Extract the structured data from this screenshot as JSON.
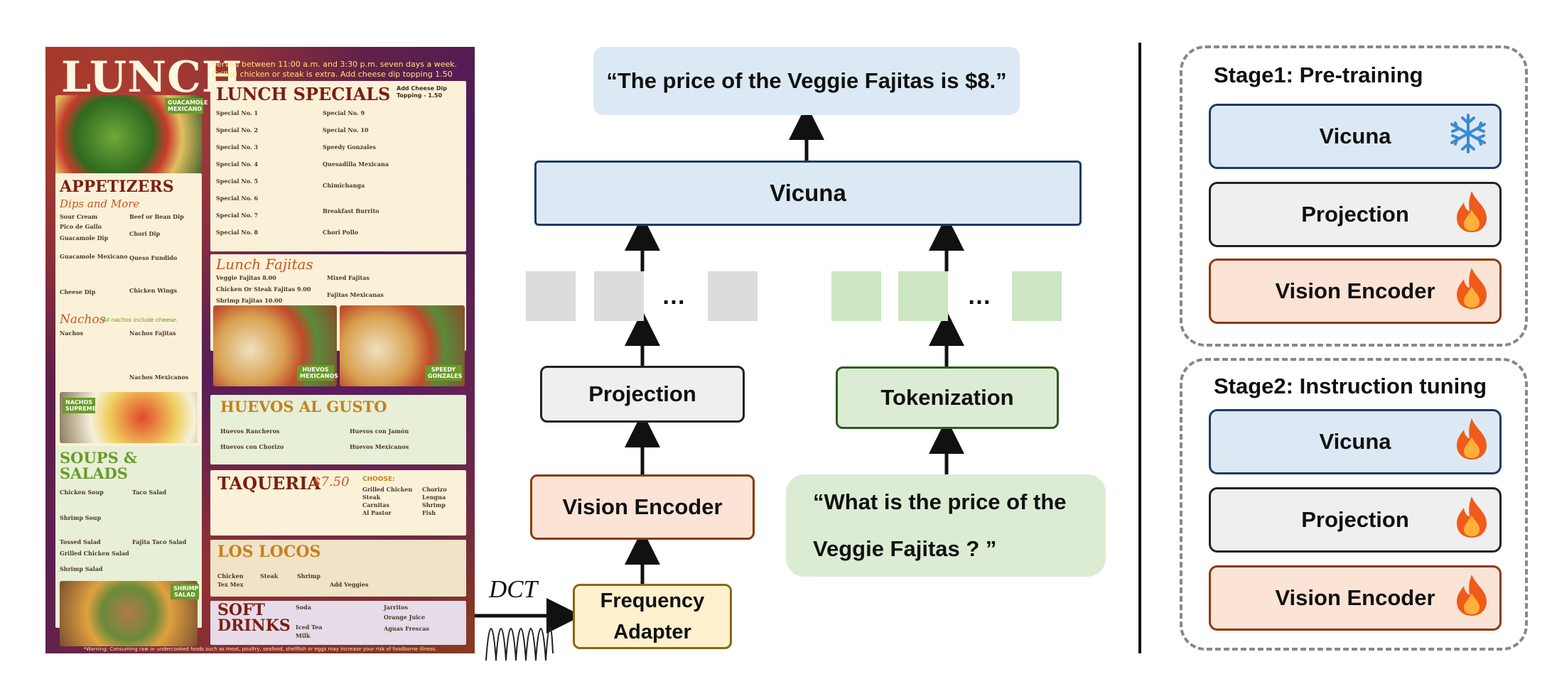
{
  "menu": {
    "title": "LUNCH",
    "note": "Served between 11:00 a.m. and 3:30 p.m. seven days a week. Grilled chicken or steak is extra. Add cheese dip topping 1.50",
    "lunch_specials_title": "LUNCH SPECIALS",
    "lunch_specials_note": "Add Cheese Dip Topping - 1.50",
    "specials_left": [
      "Special No. 1",
      "Special No. 2",
      "Special No. 3",
      "Special No. 4",
      "Special No. 5",
      "Special No. 6",
      "Special No. 7",
      "Special No. 8"
    ],
    "specials_right": [
      "Special No. 9",
      "Special No. 10",
      "Speedy Gonzales",
      "Quesadilla Mexicana",
      "Chimichanga",
      "Breakfast Burrito",
      "Chori Pollo"
    ],
    "lunch_fajitas_title": "Lunch Fajitas",
    "fajitas_items": [
      "Veggie Fajitas 8.00",
      "Chicken Or Steak Fajitas 9.00",
      "Shrimp Fajitas 10.00",
      "Mixed Fajitas",
      "Fajitas Mexicanas"
    ],
    "appetizers_title": "APPETIZERS",
    "appetizers_sub": "Dips and More",
    "appetizers_items": [
      "Sour Cream",
      "Pico de Gallo",
      "Guacamole Dip",
      "Guacamole Mexicano",
      "Cheese Dip",
      "Beef or Bean Dip",
      "Chori Dip",
      "Queso Fundido",
      "Chicken Wings"
    ],
    "nachos_title": "Nachos",
    "nachos_note": "All nachos include cheese.",
    "nachos_items": [
      "Nachos",
      "Nachos Fajitas",
      "Nachos Mexicanos"
    ],
    "soups_title": "SOUPS & SALADS",
    "soups_items": [
      "Chicken Soup",
      "Shrimp Soup",
      "Tossed Salad",
      "Grilled Chicken Salad",
      "Shrimp Salad",
      "Taco Salad",
      "Fajita Taco Salad"
    ],
    "huevos_title": "HUEVOS AL GUSTO",
    "huevos_items": [
      "Huevos Rancheros",
      "Huevos con Chorizo",
      "Huevos con Jamón",
      "Huevos Mexicanos"
    ],
    "taqueria_title": "TAQUERIA",
    "taqueria_price": "$7.50",
    "taqueria_choose": "CHOOSE:",
    "taqueria_options": [
      "Grilled Chicken",
      "Steak",
      "Carnitas",
      "Al Pastor",
      "Chorizo",
      "Lengua",
      "Shrimp",
      "Fish"
    ],
    "los_locos_title": "LOS LOCOS",
    "los_locos_items": [
      "Chicken",
      "Steak",
      "Shrimp",
      "Tex Mex",
      "Add Veggies"
    ],
    "soft_drinks_title": "SOFT DRINKS",
    "soft_drinks_items": [
      "Soda",
      "Iced Tea",
      "Milk",
      "Jarritos",
      "Orange Juice",
      "Aguas Frescas"
    ],
    "tags": {
      "guacamole": "GUACAMOLE MEXICANO",
      "huevos": "HUEVOS MEXICANOS",
      "speedy": "SPEEDY GONZALES",
      "nachos": "NACHOS SUPREME",
      "shrimp": "SHRIMP SALAD"
    },
    "warning": "*Warning: Consuming raw or undercooked foods such as meat, poultry, seafood, shellfish or eggs may increase your risk of foodborne illness."
  },
  "diagram": {
    "output_text": "“The price of the Veggie Fajitas is $8.”",
    "vicuna": "Vicuna",
    "projection": "Projection",
    "tokenization": "Tokenization",
    "vision_encoder": "Vision Encoder",
    "frequency_adapter_line1": "Frequency",
    "frequency_adapter_line2": "Adapter",
    "question_line1": "“What is the price of the",
    "question_line2": "Veggie Fajitas ? ”",
    "dct_label": "DCT",
    "ellipsis": "…"
  },
  "stages": {
    "stage1": {
      "title": "Stage1: Pre-training",
      "modules": [
        {
          "label": "Vicuna",
          "state": "frozen",
          "icon": "snowflake-icon"
        },
        {
          "label": "Projection",
          "state": "trainable",
          "icon": "fire-icon"
        },
        {
          "label": "Vision Encoder",
          "state": "trainable",
          "icon": "fire-icon"
        }
      ]
    },
    "stage2": {
      "title": "Stage2: Instruction tuning",
      "modules": [
        {
          "label": "Vicuna",
          "state": "trainable",
          "icon": "fire-icon"
        },
        {
          "label": "Projection",
          "state": "trainable",
          "icon": "fire-icon"
        },
        {
          "label": "Vision Encoder",
          "state": "trainable",
          "icon": "fire-icon"
        }
      ]
    }
  },
  "colors": {
    "vicuna_fill": "#dce9f5",
    "vicuna_border": "#1f3b66",
    "projection_fill": "#efefef",
    "projection_border": "#222222",
    "vision_fill": "#fbe3d5",
    "vision_border": "#8a3a10",
    "tokenization_fill": "#dcecd4",
    "tokenization_border": "#2f5a22",
    "adapter_fill": "#fdf0cc",
    "adapter_border": "#8a6a10",
    "visual_token": "#dcdcdc",
    "text_token": "#cde6c3",
    "snowflake": "#3a8ad0",
    "fire": "#f05a1a"
  }
}
